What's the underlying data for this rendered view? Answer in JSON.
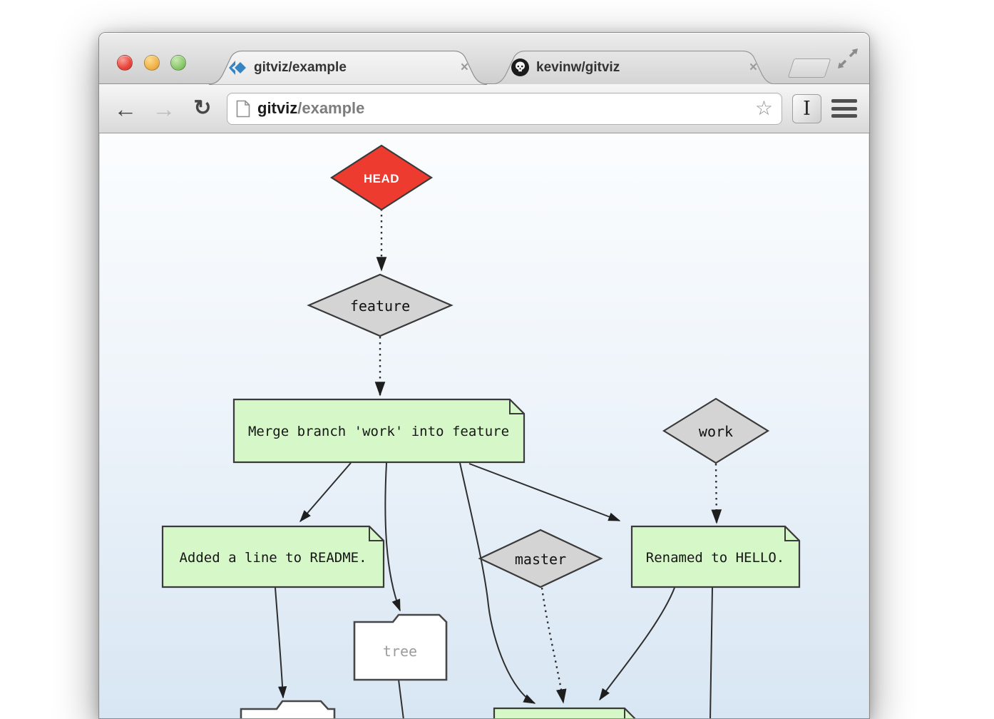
{
  "browser": {
    "tabs": [
      {
        "title": "gitviz/example",
        "close_glyph": "×"
      },
      {
        "title": "kevinw/gitviz",
        "close_glyph": "×"
      }
    ],
    "toolbar": {
      "back_glyph": "←",
      "forward_glyph": "→",
      "reload_glyph": "↻",
      "url_host": "gitviz",
      "url_path": "/example",
      "star_glyph": "☆",
      "extension_label": "I"
    }
  },
  "graph": {
    "nodes": {
      "head": {
        "label": "HEAD",
        "fill": "#ee3b30"
      },
      "feature": {
        "label": "feature",
        "fill": "#d4d4d4"
      },
      "merge_commit": {
        "label": "Merge branch 'work' into feature",
        "fill": "#d6f8c9"
      },
      "work": {
        "label": "work",
        "fill": "#d4d4d4"
      },
      "added_commit": {
        "label": "Added a line to README.",
        "fill": "#d6f8c9"
      },
      "master": {
        "label": "master",
        "fill": "#d4d4d4"
      },
      "renamed_commit": {
        "label": "Renamed to HELLO.",
        "fill": "#d6f8c9"
      },
      "tree": {
        "label": "tree",
        "fill": "#ffffff"
      }
    },
    "colors": {
      "edge": "#2e2e2e",
      "branch_fill": "#d4d4d4",
      "commit_fill": "#d6f8c9",
      "head_fill": "#ee3b30"
    }
  }
}
